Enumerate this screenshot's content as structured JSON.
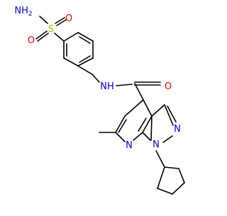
{
  "molecule": {
    "atom_labels": {
      "nh2": "NH",
      "nh2_sub": "2",
      "s": "S",
      "o_top": "O",
      "o_bottom": "O",
      "nh": "NH",
      "o_amide": "O",
      "n_pyrazole": "N",
      "n_pyrazole_1": "N",
      "n_pyridine": "N"
    },
    "colors": {
      "bond": "#000000",
      "nitrogen": "#0000ff",
      "oxygen": "#ff0000",
      "sulfur": "#b3b300"
    }
  }
}
